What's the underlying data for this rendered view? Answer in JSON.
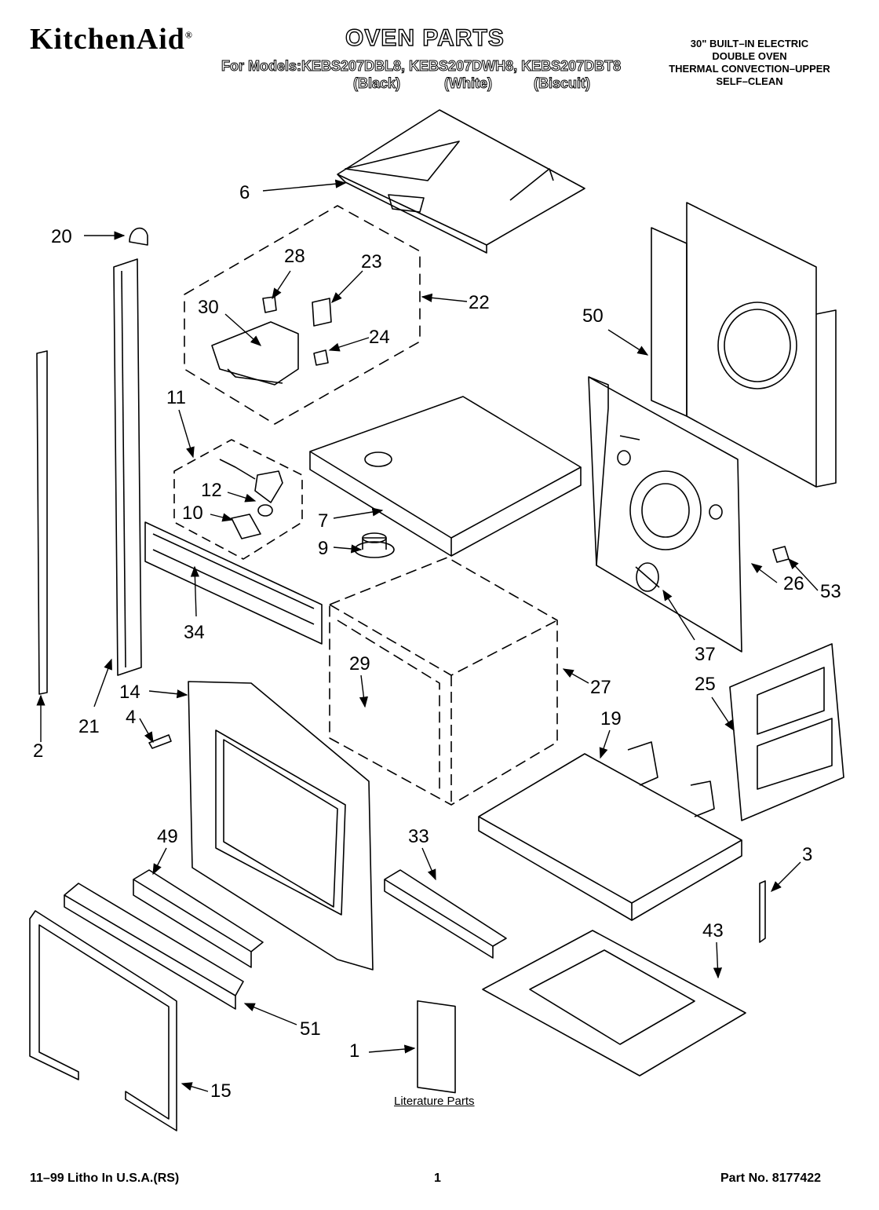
{
  "header": {
    "brand": "KitchenAid",
    "brand_mark": "®",
    "title": "OVEN PARTS",
    "models_line": "For Models:KEBS207DBL8, KEBS207DWH8, KEBS207DBT8",
    "finishes": [
      "(Black)",
      "(White)",
      "(Biscuit)"
    ],
    "spec_lines": [
      "30\" BUILT–IN ELECTRIC",
      "DOUBLE OVEN",
      "THERMAL CONVECTION–UPPER",
      "SELF–CLEAN"
    ]
  },
  "callouts": [
    "6",
    "20",
    "28",
    "23",
    "22",
    "30",
    "24",
    "50",
    "11",
    "12",
    "10",
    "7",
    "9",
    "34",
    "26",
    "53",
    "37",
    "2",
    "21",
    "29",
    "27",
    "14",
    "4",
    "25",
    "19",
    "49",
    "33",
    "3",
    "43",
    "51",
    "1",
    "15"
  ],
  "literature_label": "Literature Parts",
  "footer": {
    "litho": "11–99 Litho In U.S.A.(RS)",
    "page": "1",
    "part_no": "Part No. 8177422"
  }
}
